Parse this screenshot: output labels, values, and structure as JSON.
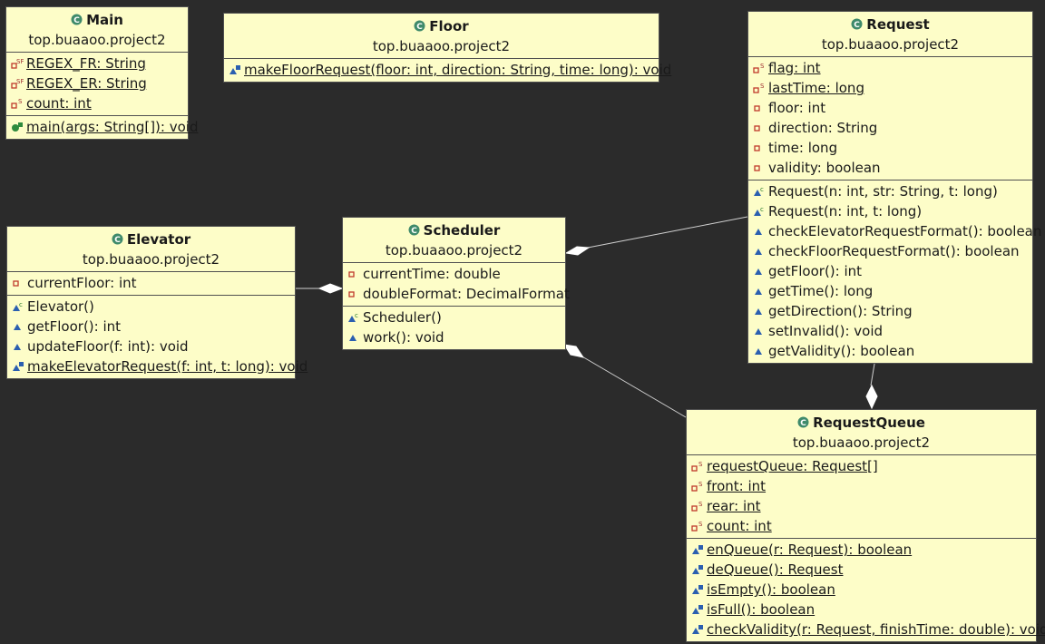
{
  "classes": {
    "main": {
      "name": "Main",
      "package": "top.buaaoo.project2",
      "attributes": [
        {
          "text": "REGEX_FR: String",
          "icon": "static-final-private-field-icon",
          "static": true
        },
        {
          "text": "REGEX_ER: String",
          "icon": "static-final-private-field-icon",
          "static": true
        },
        {
          "text": "count: int",
          "icon": "static-field-icon",
          "static": true
        }
      ],
      "operations": [
        {
          "text": "main(args: String[]): void",
          "icon": "public-static-method-icon",
          "static": true
        }
      ]
    },
    "floor": {
      "name": "Floor",
      "package": "top.buaaoo.project2",
      "attributes": [],
      "operations": [
        {
          "text": "makeFloorRequest(floor: int, direction: String, time: long): void",
          "icon": "static-method-icon",
          "static": true
        }
      ]
    },
    "request": {
      "name": "Request",
      "package": "top.buaaoo.project2",
      "attributes": [
        {
          "text": "flag: int",
          "icon": "static-private-field-icon",
          "static": true
        },
        {
          "text": "lastTime: long",
          "icon": "static-private-field-icon",
          "static": true
        },
        {
          "text": "floor: int",
          "icon": "private-field-icon",
          "static": false
        },
        {
          "text": "direction: String",
          "icon": "private-field-icon",
          "static": false
        },
        {
          "text": "time: long",
          "icon": "private-field-icon",
          "static": false
        },
        {
          "text": "validity: boolean",
          "icon": "private-field-icon",
          "static": false
        }
      ],
      "operations": [
        {
          "text": "Request(n: int, str: String, t: long)",
          "icon": "constructor-icon",
          "static": false
        },
        {
          "text": "Request(n: int, t: long)",
          "icon": "constructor-icon",
          "static": false
        },
        {
          "text": "checkElevatorRequestFormat(): boolean",
          "icon": "method-icon",
          "static": false
        },
        {
          "text": "checkFloorRequestFormat(): boolean",
          "icon": "method-icon",
          "static": false
        },
        {
          "text": "getFloor(): int",
          "icon": "method-icon",
          "static": false
        },
        {
          "text": "getTime(): long",
          "icon": "method-icon",
          "static": false
        },
        {
          "text": "getDirection(): String",
          "icon": "method-icon",
          "static": false
        },
        {
          "text": "setInvalid(): void",
          "icon": "method-icon",
          "static": false
        },
        {
          "text": "getValidity(): boolean",
          "icon": "method-icon",
          "static": false
        }
      ]
    },
    "elevator": {
      "name": "Elevator",
      "package": "top.buaaoo.project2",
      "attributes": [
        {
          "text": "currentFloor: int",
          "icon": "private-field-icon",
          "static": false
        }
      ],
      "operations": [
        {
          "text": "Elevator()",
          "icon": "constructor-icon",
          "static": false
        },
        {
          "text": "getFloor(): int",
          "icon": "method-icon",
          "static": false
        },
        {
          "text": "updateFloor(f: int): void",
          "icon": "method-icon",
          "static": false
        },
        {
          "text": "makeElevatorRequest(f: int, t: long): void",
          "icon": "static-method-icon",
          "static": true
        }
      ]
    },
    "scheduler": {
      "name": "Scheduler",
      "package": "top.buaaoo.project2",
      "attributes": [
        {
          "text": "currentTime: double",
          "icon": "private-field-icon",
          "static": false
        },
        {
          "text": "doubleFormat: DecimalFormat",
          "icon": "private-field-icon",
          "static": false
        }
      ],
      "operations": [
        {
          "text": "Scheduler()",
          "icon": "constructor-icon",
          "static": false
        },
        {
          "text": "work(): void",
          "icon": "method-icon",
          "static": false
        }
      ]
    },
    "requestqueue": {
      "name": "RequestQueue",
      "package": "top.buaaoo.project2",
      "attributes": [
        {
          "text": "requestQueue: Request[]",
          "icon": "static-private-field-icon",
          "static": true
        },
        {
          "text": "front: int",
          "icon": "static-private-field-icon",
          "static": true
        },
        {
          "text": "rear: int",
          "icon": "static-private-field-icon",
          "static": true
        },
        {
          "text": "count: int",
          "icon": "static-private-field-icon",
          "static": true
        }
      ],
      "operations": [
        {
          "text": "enQueue(r: Request): boolean",
          "icon": "static-method-icon",
          "static": true
        },
        {
          "text": "deQueue(): Request",
          "icon": "static-method-icon",
          "static": true
        },
        {
          "text": "isEmpty(): boolean",
          "icon": "static-method-icon",
          "static": true
        },
        {
          "text": "isFull(): boolean",
          "icon": "static-method-icon",
          "static": true
        },
        {
          "text": "checkValidity(r: Request, finishTime: double): void",
          "icon": "static-method-icon",
          "static": true
        }
      ]
    }
  },
  "relations": [
    {
      "from": "scheduler",
      "to": "elevator",
      "kind": "composition"
    },
    {
      "from": "scheduler",
      "to": "request",
      "kind": "composition"
    },
    {
      "from": "scheduler",
      "to": "requestqueue",
      "kind": "composition"
    },
    {
      "from": "requestqueue",
      "to": "request",
      "kind": "composition"
    }
  ],
  "colors": {
    "background": "#2b2b2b",
    "class_fill": "#fdfdc8",
    "class_border": "#505050",
    "class_icon": "#3f8a6b",
    "method_icon": "#2b5fb0",
    "field_icon": "#c0392b",
    "link": "#d0d0d0"
  }
}
